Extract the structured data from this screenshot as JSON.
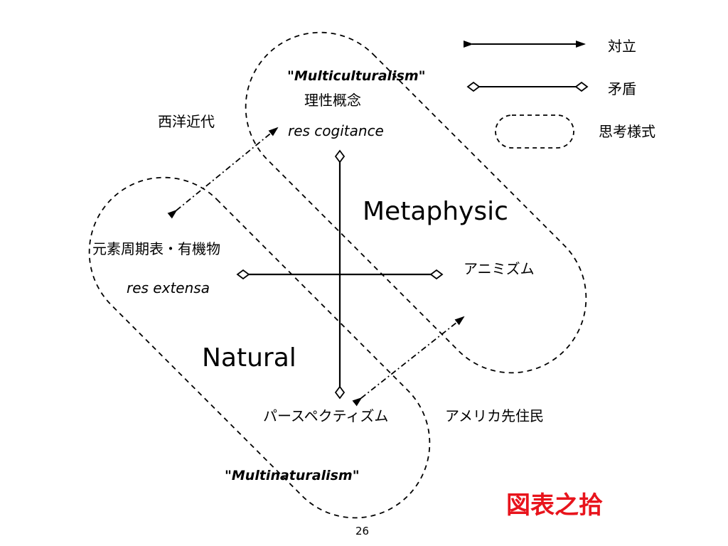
{
  "diagram": {
    "label_multiculturalism": "\"Multiculturalism\"",
    "label_multinaturalism": "\"Multinaturalism\"",
    "label_risei_gainen": "理性概念",
    "label_res_cogitance": "res cogitance",
    "label_seiyo_kindai": "西洋近代",
    "label_metaphysic": "Metaphysic",
    "label_genso": "元素周期表・有機物",
    "label_res_extensa": "res extensa",
    "label_animism": "アニミズム",
    "label_natural": "Natural",
    "label_perspectivism": "パースペクティズム",
    "label_american_native": "アメリカ先住民"
  },
  "legend": {
    "opposition": "対立",
    "contradiction": "矛盾",
    "thought_style": "思考様式"
  },
  "slide": {
    "page_number": "26",
    "stamp": "図表之拾",
    "stamp_color": "#e8141c"
  }
}
